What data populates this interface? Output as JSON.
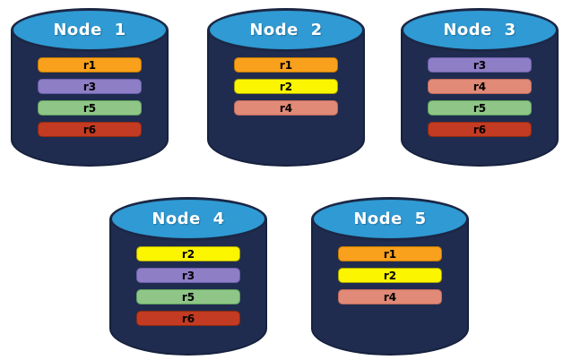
{
  "diagram": {
    "description": "Five database node cylinders showing replica placement",
    "nodes": [
      {
        "label": "Node 1",
        "replicas": [
          "r1",
          "r3",
          "r5",
          "r6"
        ]
      },
      {
        "label": "Node 2",
        "replicas": [
          "r1",
          "r2",
          "r4"
        ]
      },
      {
        "label": "Node 3",
        "replicas": [
          "r3",
          "r4",
          "r5",
          "r6"
        ]
      },
      {
        "label": "Node 4",
        "replicas": [
          "r2",
          "r3",
          "r5",
          "r6"
        ]
      },
      {
        "label": "Node 5",
        "replicas": [
          "r1",
          "r2",
          "r4"
        ]
      }
    ],
    "replica_colors": {
      "r1": {
        "fill": "#F9A01C",
        "border": "#C17900"
      },
      "r2": {
        "fill": "#FBF500",
        "border": "#A8A400"
      },
      "r3": {
        "fill": "#8D7EC5",
        "border": "#6E5FAE"
      },
      "r4": {
        "fill": "#E08A77",
        "border": "#C06A5C"
      },
      "r5": {
        "fill": "#8FC687",
        "border": "#5FA35C"
      },
      "r6": {
        "fill": "#C33B22",
        "border": "#8E2A12"
      }
    },
    "cylinder_colors": {
      "body": "#1F2C4F",
      "body_border": "#16213E",
      "top": "#2F9AD3",
      "top_border": "#1B2745",
      "title_text": "#FFFFFF",
      "replica_text": "#000000"
    }
  }
}
